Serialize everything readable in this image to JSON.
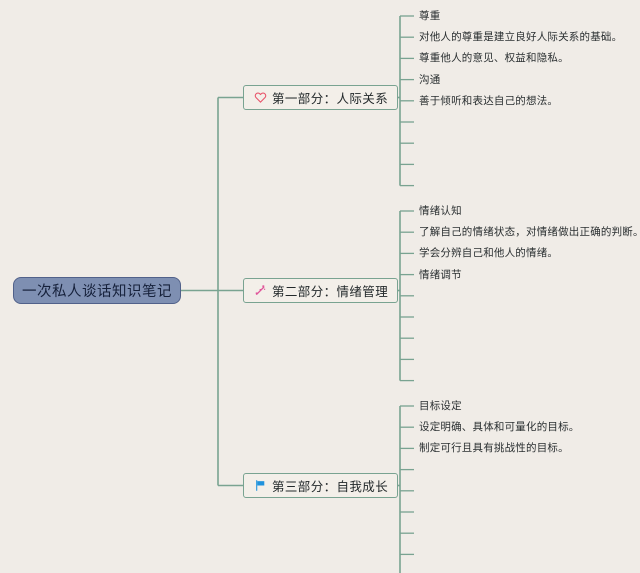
{
  "canvas": {
    "background_color": "#f0ece7",
    "connector_color": "#79a391"
  },
  "root": {
    "label": "一次私人谈话知识笔记",
    "fill_color": "#7e8fb2",
    "border_color": "#51618a",
    "text_color": "#16213b"
  },
  "branches": [
    {
      "id": "branch-1",
      "icon": "heart-icon",
      "icon_color": "#e8546a",
      "label": "第一部分：人际关系",
      "leaves": [
        "尊重",
        "对他人的尊重是建立良好人际关系的基础。",
        "尊重他人的意见、权益和隐私。",
        "沟通",
        "善于倾听和表达自己的想法。",
        "",
        "",
        "",
        ""
      ]
    },
    {
      "id": "branch-2",
      "icon": "sparkle-icon",
      "icon_color": "#e0559a",
      "label": "第二部分：情绪管理",
      "leaves": [
        "情绪认知",
        "了解自己的情绪状态，对情绪做出正确的判断。",
        "学会分辨自己和他人的情绪。",
        "情绪调节",
        "",
        "",
        "",
        "",
        ""
      ]
    },
    {
      "id": "branch-3",
      "icon": "flag-icon",
      "icon_color": "#1f92dd",
      "label": "第三部分：自我成长",
      "leaves": [
        "目标设定",
        "设定明确、具体和可量化的目标。",
        "制定可行且具有挑战性的目标。",
        "",
        "",
        "",
        "",
        "",
        ""
      ]
    }
  ]
}
